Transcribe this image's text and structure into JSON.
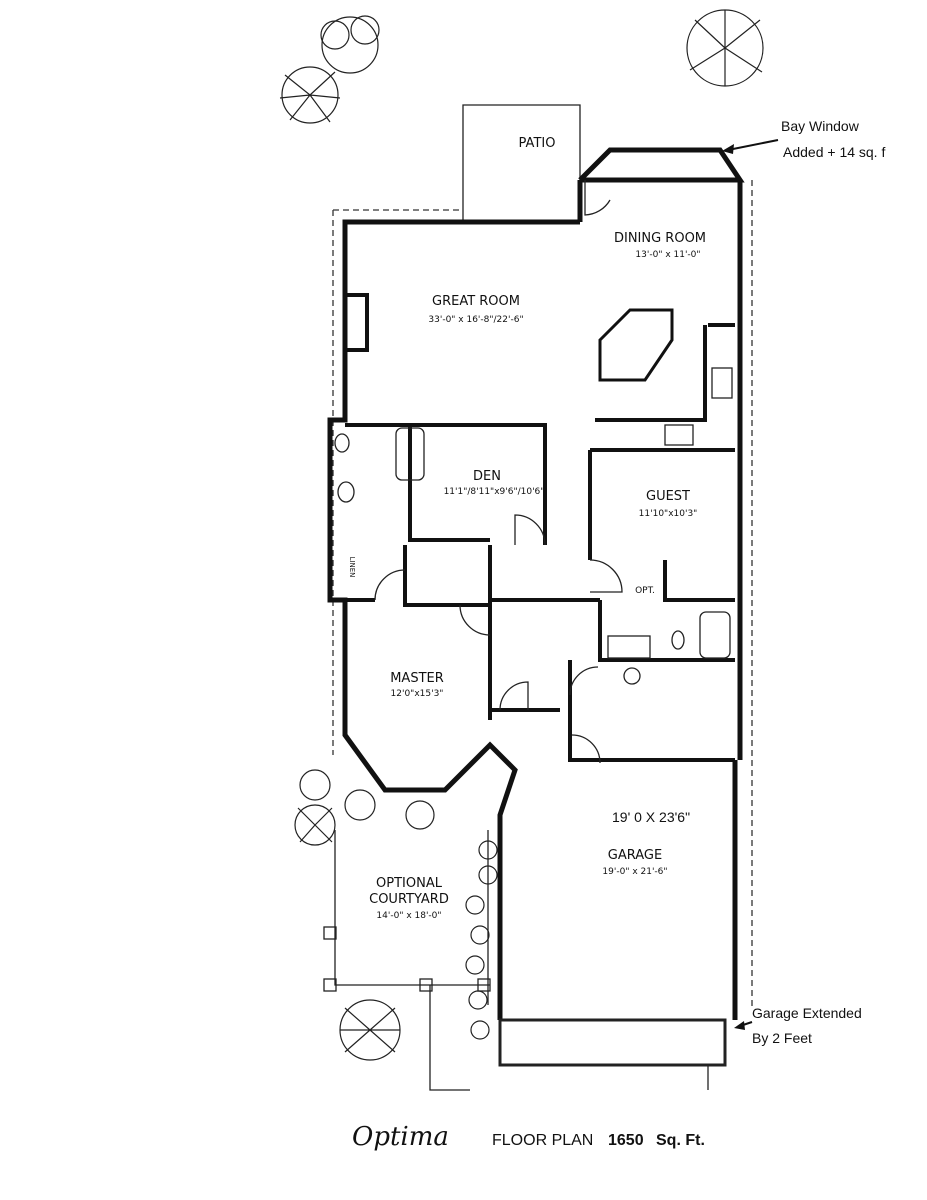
{
  "rooms": {
    "patio": {
      "name": "PATIO"
    },
    "dining": {
      "name": "DINING ROOM",
      "size": "13'-0\" x 11'-0\""
    },
    "great": {
      "name": "GREAT ROOM",
      "size": "33'-0\" x 16'-8\"/22'-6\""
    },
    "den": {
      "name": "DEN",
      "size": "11'1\"/8'11\"x9'6\"/10'6\""
    },
    "guest": {
      "name": "GUEST",
      "size": "11'10\"x10'3\""
    },
    "master": {
      "name": "MASTER",
      "size": "12'0\"x15'3\""
    },
    "garage": {
      "name": "GARAGE",
      "size": "19'-0\" x 21'-6\"",
      "new_size": "19' 0 X 23'6\""
    },
    "courtyard": {
      "name_line1": "OPTIONAL",
      "name_line2": "COURTYARD",
      "size": "14'-0\" x 18'-0\""
    },
    "linen": "LINEN",
    "opt": "OPT."
  },
  "annotations": {
    "bay_line1": "Bay Window",
    "bay_line2": "Added  + 14 sq. f",
    "garage_line1": "Garage Extended",
    "garage_line2": "By  2 Feet"
  },
  "footer": {
    "model": "Optima",
    "label": "FLOOR PLAN",
    "sqft": "1650",
    "unit": "Sq. Ft."
  }
}
